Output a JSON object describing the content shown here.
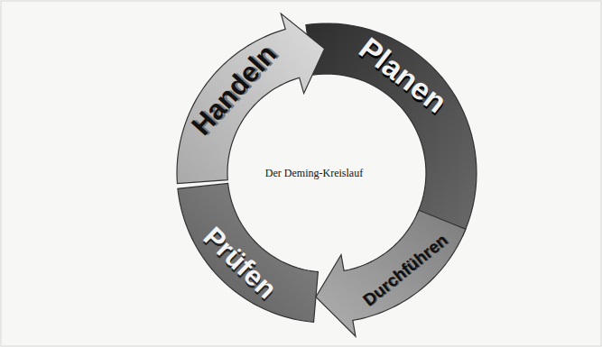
{
  "diagram": {
    "title": "Der Deming-Kreislauf",
    "nodes": [
      {
        "text": [
          "Handeln"
        ]
      },
      {
        "text": [
          "Planen"
        ]
      },
      {
        "text": [
          "Prüfen"
        ]
      },
      {
        "text": [
          "Durchführen"
        ]
      }
    ]
  }
}
